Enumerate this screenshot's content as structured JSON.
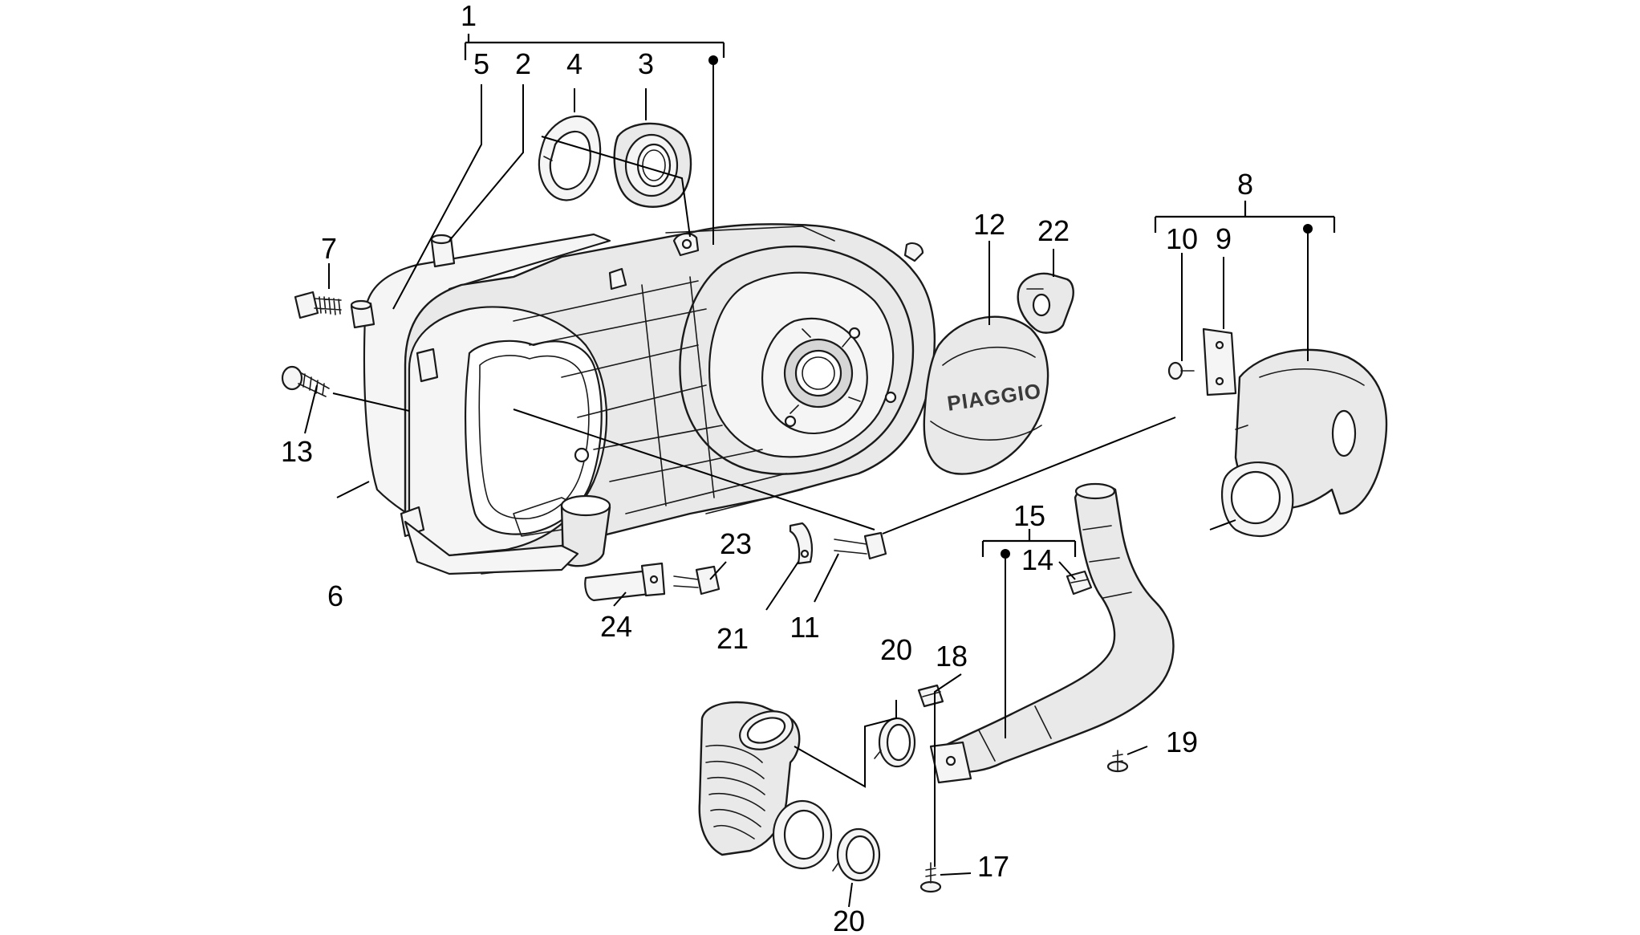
{
  "diagram": {
    "brand_text": "PIAGGIO",
    "callouts": {
      "n1": "1",
      "n2": "2",
      "n3": "3",
      "n4": "4",
      "n5": "5",
      "n6": "6",
      "n7": "7",
      "n8": "8",
      "n9": "9",
      "n10": "10",
      "n11": "11",
      "n12": "12",
      "n13": "13",
      "n14": "14",
      "n15": "15",
      "n17": "17",
      "n18": "18",
      "n19": "19",
      "n20a": "20",
      "n20b": "20",
      "n21": "21",
      "n22": "22",
      "n23": "23",
      "n24": "24"
    }
  }
}
